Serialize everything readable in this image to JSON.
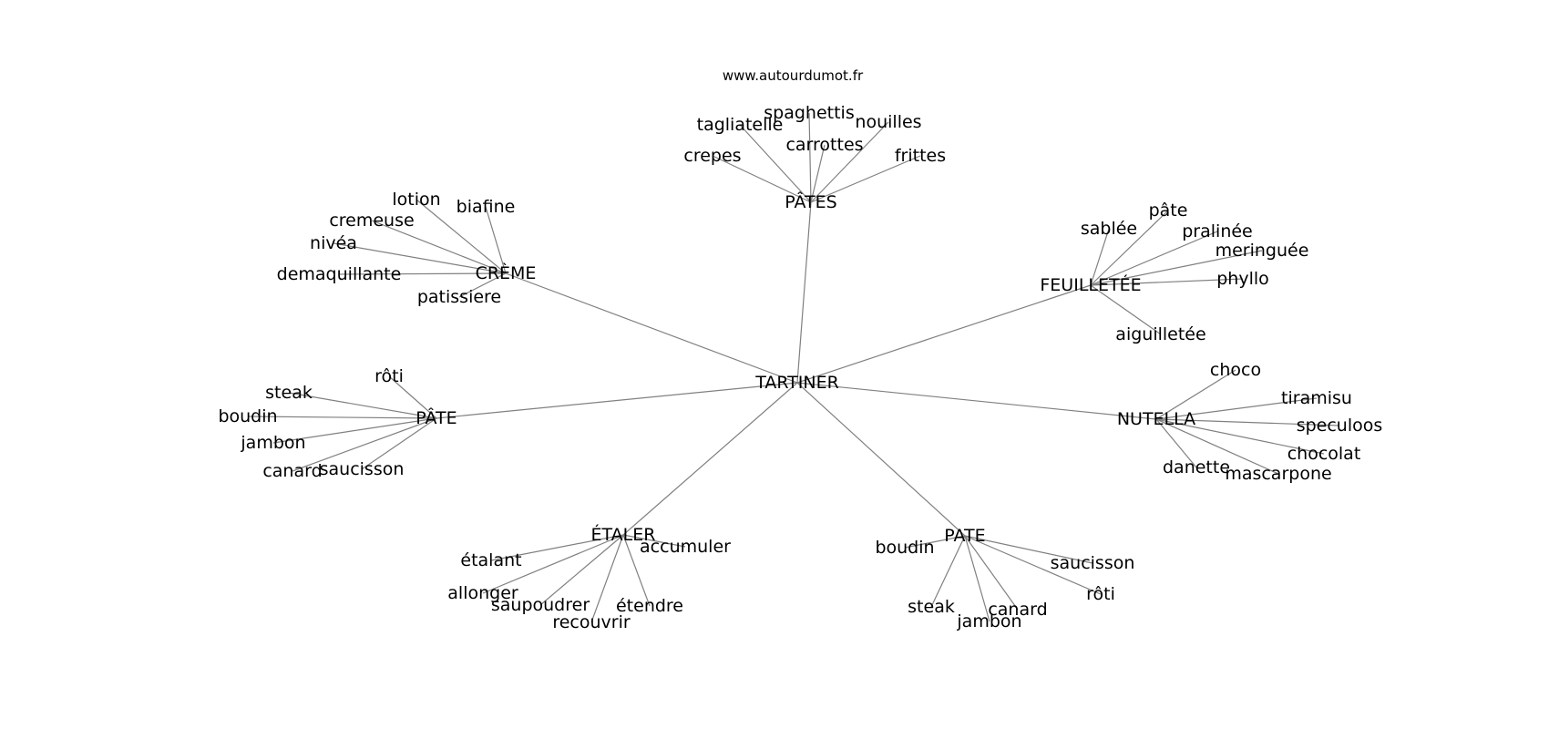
{
  "source": "www.autourdumot.fr",
  "graph": {
    "center": {
      "id": "tartiner",
      "label": "TARTINER"
    },
    "clusters": [
      {
        "id": "pates",
        "label": "PÂTES",
        "children": [
          "spaghettis",
          "nouilles",
          "tagliatelle",
          "carrottes",
          "crepes",
          "frittes"
        ]
      },
      {
        "id": "creme",
        "label": "CRÈME",
        "children": [
          "lotion",
          "biafine",
          "cremeuse",
          "nivéa",
          "demaquillante",
          "patissiere"
        ]
      },
      {
        "id": "feuilletee",
        "label": "FEUILLETÉE",
        "children": [
          "pâte",
          "sablée",
          "pralinée",
          "meringuée",
          "phyllo",
          "aiguilletée"
        ]
      },
      {
        "id": "pate-accent",
        "label": "PÂTE",
        "children": [
          "rôti",
          "steak",
          "boudin",
          "jambon",
          "canard",
          "saucisson"
        ]
      },
      {
        "id": "nutella",
        "label": "NUTELLA",
        "children": [
          "choco",
          "tiramisu",
          "speculoos",
          "chocolat",
          "danette",
          "mascarpone"
        ]
      },
      {
        "id": "etaler",
        "label": "ÉTALER",
        "children": [
          "accumuler",
          "étalant",
          "allonger",
          "saupoudrer",
          "étendre",
          "recouvrir"
        ]
      },
      {
        "id": "pate",
        "label": "PATE",
        "children": [
          "boudin",
          "saucisson",
          "rôti",
          "steak",
          "canard",
          "jambon"
        ]
      }
    ]
  }
}
